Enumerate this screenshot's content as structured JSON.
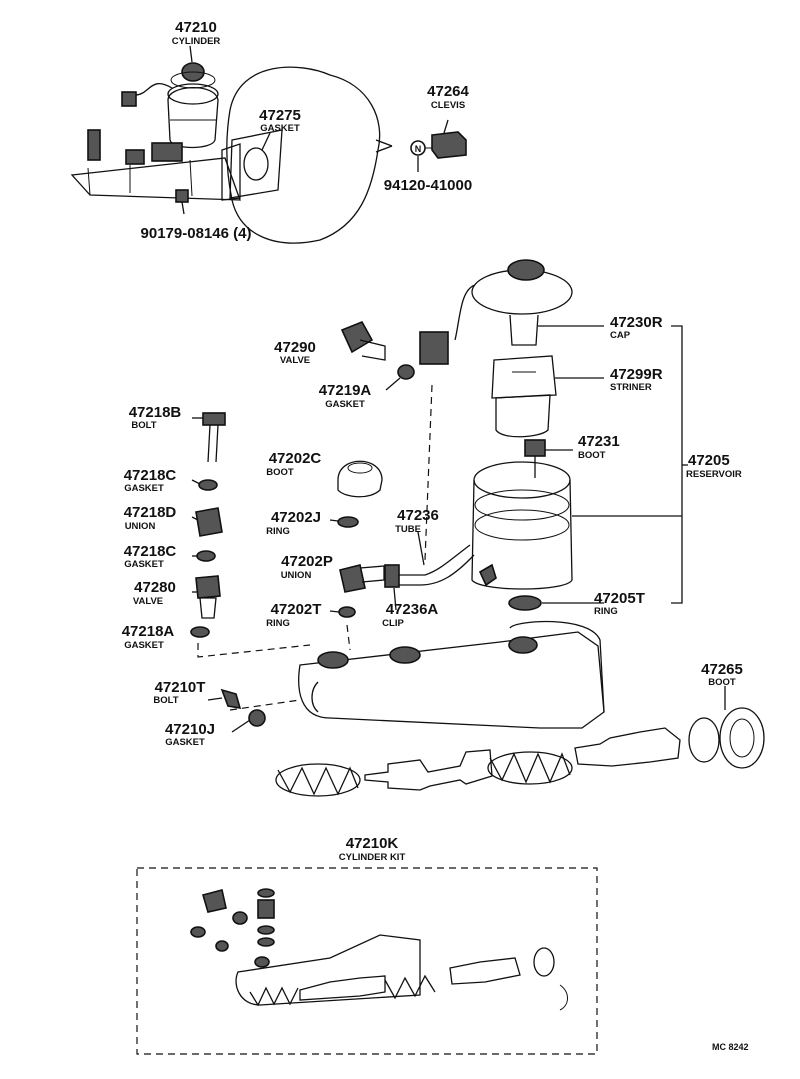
{
  "parts": [
    {
      "id": "p_47210",
      "num": "47210",
      "sub": "CYLINDER"
    },
    {
      "id": "p_47275",
      "num": "47275",
      "sub": "GASKET"
    },
    {
      "id": "p_47264",
      "num": "47264",
      "sub": "CLEVIS"
    },
    {
      "id": "p_94120",
      "num": "94120-41000",
      "sub": ""
    },
    {
      "id": "p_90179",
      "num": "90179-08146 (4)",
      "sub": ""
    },
    {
      "id": "p_47230R",
      "num": "47230R",
      "sub": "CAP"
    },
    {
      "id": "p_47299R",
      "num": "47299R",
      "sub": "STRINER"
    },
    {
      "id": "p_47290",
      "num": "47290",
      "sub": "VALVE"
    },
    {
      "id": "p_47219A",
      "num": "47219A",
      "sub": "GASKET"
    },
    {
      "id": "p_47218B",
      "num": "47218B",
      "sub": "BOLT"
    },
    {
      "id": "p_47231",
      "num": "47231",
      "sub": "BOOT"
    },
    {
      "id": "p_47205",
      "num": "47205",
      "sub": "RESERVOIR"
    },
    {
      "id": "p_47202C",
      "num": "47202C",
      "sub": "BOOT"
    },
    {
      "id": "p_47218C_1",
      "num": "47218C",
      "sub": "GASKET"
    },
    {
      "id": "p_47218D",
      "num": "47218D",
      "sub": "UNION"
    },
    {
      "id": "p_47202J",
      "num": "47202J",
      "sub": "RING"
    },
    {
      "id": "p_47236",
      "num": "47236",
      "sub": "TUBE"
    },
    {
      "id": "p_47218C_2",
      "num": "47218C",
      "sub": "GASKET"
    },
    {
      "id": "p_47202P",
      "num": "47202P",
      "sub": "UNION"
    },
    {
      "id": "p_47280",
      "num": "47280",
      "sub": "VALVE"
    },
    {
      "id": "p_47205T",
      "num": "47205T",
      "sub": "RING"
    },
    {
      "id": "p_47202T",
      "num": "47202T",
      "sub": "RING"
    },
    {
      "id": "p_47236A",
      "num": "47236A",
      "sub": "CLIP"
    },
    {
      "id": "p_47218A",
      "num": "47218A",
      "sub": "GASKET"
    },
    {
      "id": "p_47265",
      "num": "47265",
      "sub": "BOOT"
    },
    {
      "id": "p_47210T",
      "num": "47210T",
      "sub": "BOLT"
    },
    {
      "id": "p_47210J",
      "num": "47210J",
      "sub": "GASKET"
    },
    {
      "id": "p_47210K",
      "num": "47210K",
      "sub": "CYLINDER KIT"
    }
  ],
  "n_marker": "N",
  "footer_code": "MC 8242"
}
